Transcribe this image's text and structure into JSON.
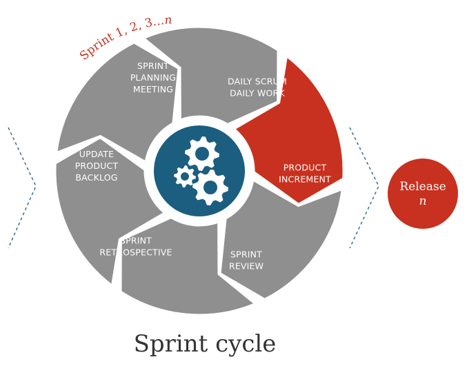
{
  "colors": {
    "segment_gray": "#8f8f8f",
    "segment_active": "#c8311f",
    "hub": "#1b5e80",
    "dashed_line": "#2f6f8f",
    "release": "#c8311f",
    "title": "#333333"
  },
  "sprint_counter": "Sprint 1, 2, 3…",
  "sprint_counter_n": "n",
  "segments": [
    {
      "lines": [
        "SPRINT",
        "PLANNING",
        "MEETING"
      ],
      "active": false
    },
    {
      "lines": [
        "DAILY SCRUM",
        "DAILY WORK"
      ],
      "active": true
    },
    {
      "lines": [
        "PRODUCT",
        "INCREMENT"
      ],
      "active": false
    },
    {
      "lines": [
        "SPRINT",
        "REVIEW"
      ],
      "active": false
    },
    {
      "lines": [
        "SPRINT",
        "RETROSPECTIVE"
      ],
      "active": false
    },
    {
      "lines": [
        "UPDATE",
        "PRODUCT",
        "BACKLOG"
      ],
      "active": false
    }
  ],
  "hub_icon": "gears-icon",
  "release": {
    "label": "Release",
    "n": "n"
  },
  "title": "Sprint cycle"
}
